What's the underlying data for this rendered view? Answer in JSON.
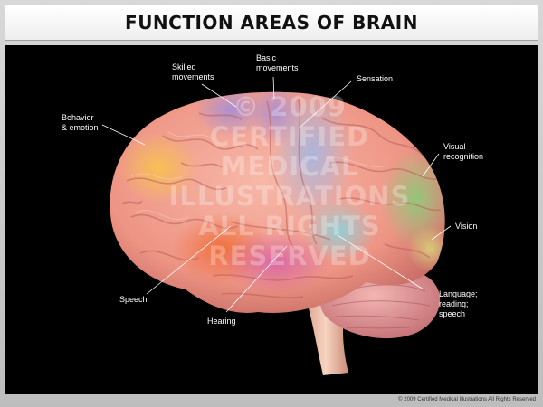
{
  "title": "FUNCTION AREAS OF BRAIN",
  "watermark": "© 2009\nCERTIFIED\nMEDICAL\nILLUSTRATIONS\nALL RIGHTS\nRESERVED",
  "copyright": "© 2009 Certified Medical Illustrations All Rights Reserved",
  "labels": {
    "skilled_movements": "Skilled\nmovements",
    "basic_movements": "Basic\nmovements",
    "sensation": "Sensation",
    "behavior_emotion": "Behavior\n& emotion",
    "visual_recognition": "Visual\nrecognition",
    "vision": "Vision",
    "speech": "Speech",
    "hearing": "Hearing",
    "language": "Language;\nreading;\nspeech"
  },
  "colors": {
    "background": "#000000",
    "brain_base": "#f2a394",
    "behavior_area": "#f5b64d",
    "speech_area": "#f07a45",
    "movement_area": "#b79bd0",
    "sensation_area": "#a9b5d8",
    "hearing_area": "#d778a8",
    "language_area": "#9fc8cf",
    "visual_area": "#9fc98a",
    "vision_area": "#d6cf8a",
    "cerebellum": "#e9a0a0",
    "brainstem": "#f2c1ae"
  }
}
